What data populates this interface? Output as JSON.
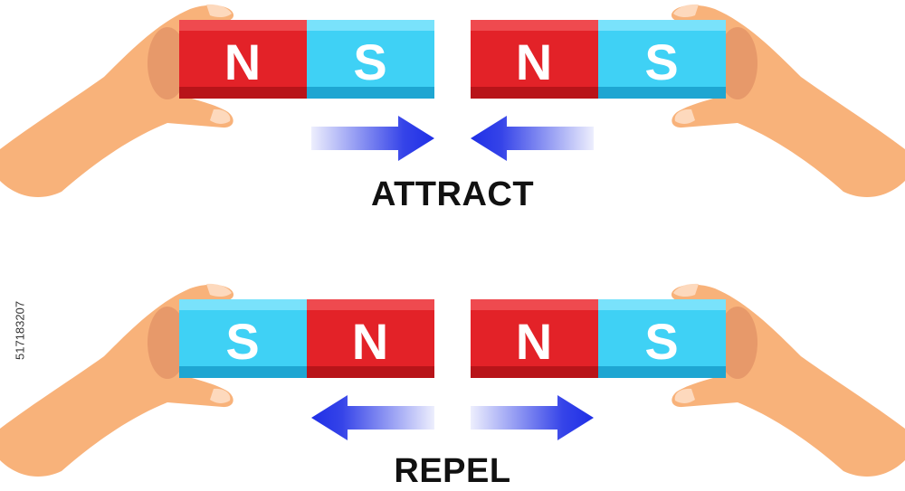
{
  "colors": {
    "north": "#e32228",
    "north_shade": "#b81419",
    "south": "#3fd1f5",
    "south_shade": "#1ea6d2",
    "arrow": "#1f2fe6",
    "skin": "#f8b27a",
    "skin_shade": "#e7996a",
    "nail": "#fdd9bd",
    "pole_text": "#ffffff",
    "caption": "#111111"
  },
  "pole_labels": {
    "north": "N",
    "south": "S"
  },
  "rows": [
    {
      "caption": "ATTRACT",
      "left_magnet": [
        "N",
        "S"
      ],
      "right_magnet": [
        "N",
        "S"
      ],
      "arrows": "toward"
    },
    {
      "caption": "REPEL",
      "left_magnet": [
        "S",
        "N"
      ],
      "right_magnet": [
        "N",
        "S"
      ],
      "arrows": "apart"
    }
  ],
  "credit": "517183207"
}
